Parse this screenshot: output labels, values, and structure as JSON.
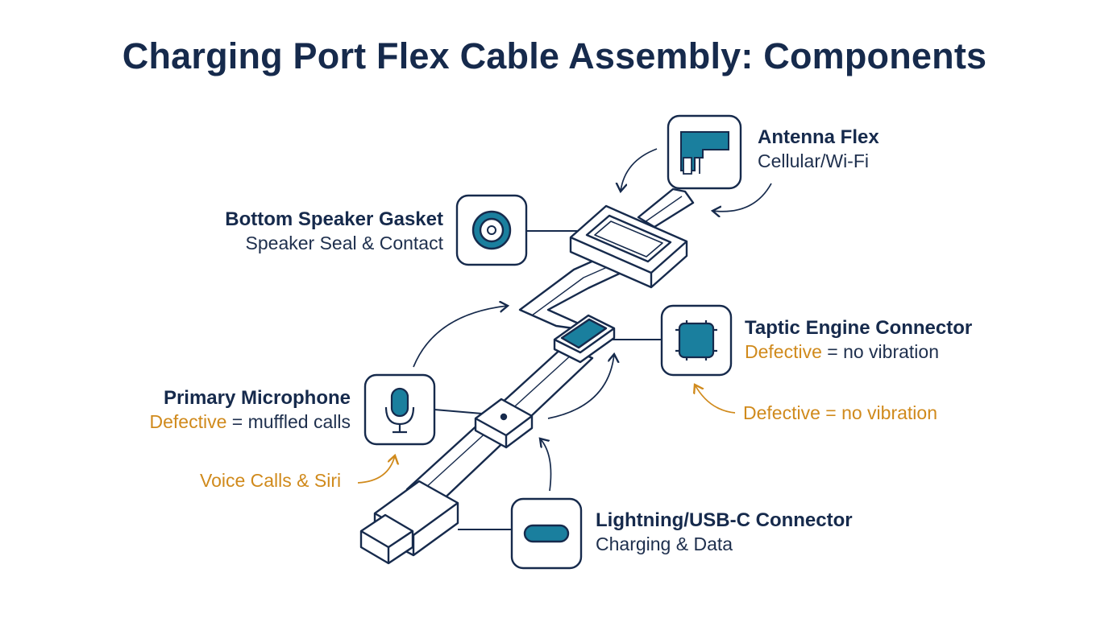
{
  "title": "Charging Port Flex Cable Assembly: Components",
  "components": {
    "antenna": {
      "name": "Antenna Flex",
      "desc": "Cellular/Wi-Fi"
    },
    "speaker": {
      "name": "Bottom Speaker Gasket",
      "desc": "Speaker Seal & Contact"
    },
    "taptic": {
      "name": "Taptic Engine Connector",
      "desc_highlight": "Defective",
      "desc_rest": " = no vibration"
    },
    "microphone": {
      "name": "Primary Microphone",
      "desc_highlight": "Defective",
      "desc_rest": " = muffled calls"
    },
    "connector": {
      "name": "Lightning/USB-C Connector",
      "desc": "Charging & Data"
    }
  },
  "notes": {
    "taptic_note": "Defective = no vibration",
    "mic_note": "Voice Calls & Siri"
  },
  "colors": {
    "navy": "#162a4c",
    "teal": "#1a7f9e",
    "orange": "#d08a1c"
  }
}
